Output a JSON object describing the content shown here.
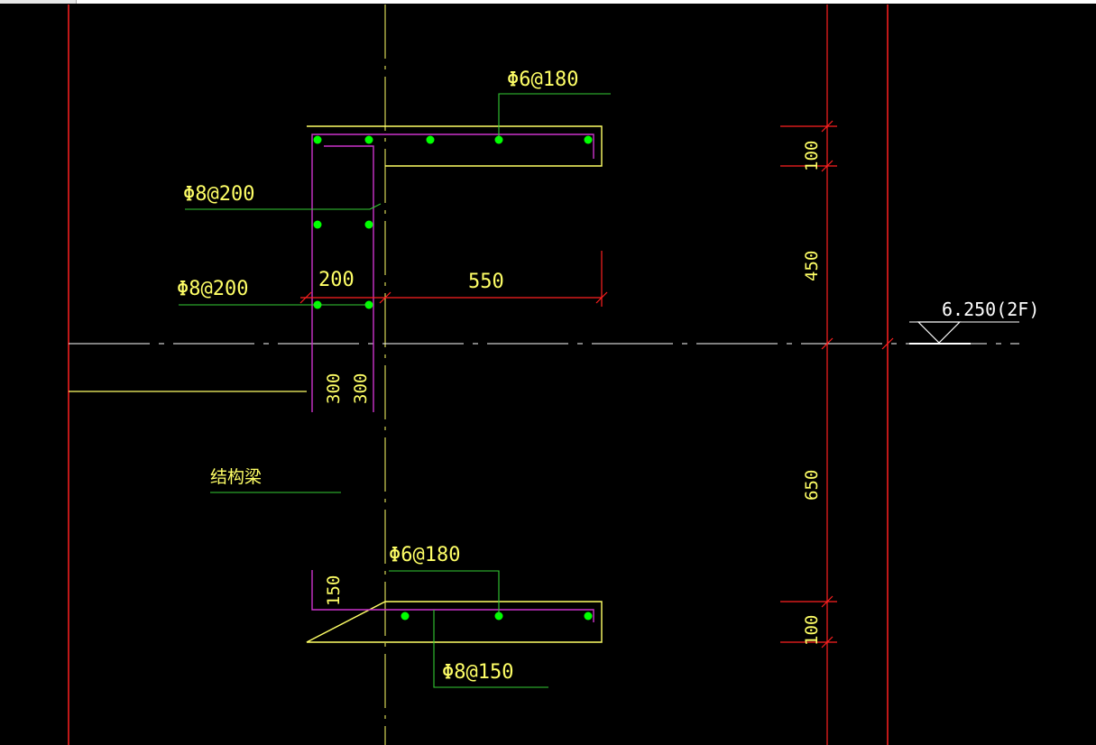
{
  "colors": {
    "background": "#000000",
    "concrete_outline": "#ffff66",
    "stirrup": "#cc33cc",
    "rebar_dot": "#00ff00",
    "leader": "#33cc33",
    "dimension": "#ff2020",
    "axis": "#ffffff",
    "label_text": "#ffff66"
  },
  "labels": {
    "rebar_top_distribution": "Φ6@180",
    "rebar_upper_left_1": "Φ8@200",
    "rebar_upper_left_2": "Φ8@200",
    "rebar_bottom_distribution": "Φ6@180",
    "rebar_bottom_main": "Φ8@150",
    "structural_beam": "结构梁",
    "elevation": "6.250(2F)"
  },
  "dimensions": {
    "horizontal": {
      "wall": "200",
      "cantilever": "550"
    },
    "vertical": {
      "top_slab": "100",
      "upper_wall": "450",
      "lower_wall": "650",
      "bottom_slab": "100"
    },
    "embed": {
      "left": "300",
      "right": "300",
      "bottom": "150"
    }
  }
}
